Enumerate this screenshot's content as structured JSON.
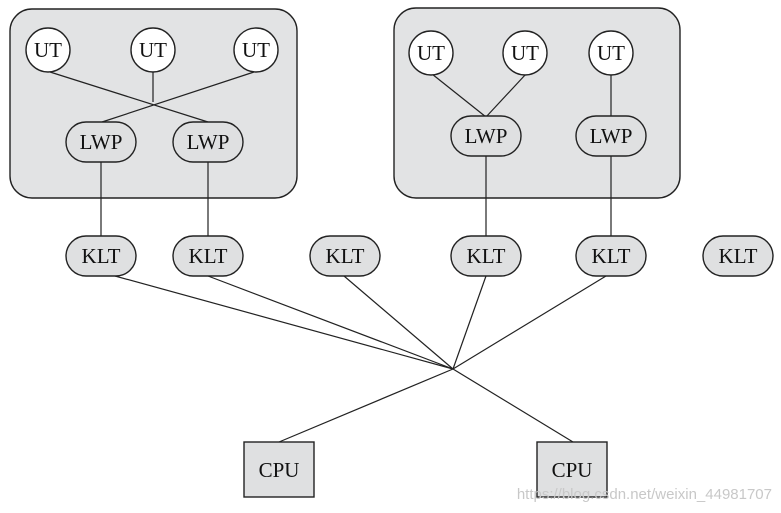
{
  "colors": {
    "process_fill": "#e2e3e4",
    "node_fill": "#dfe0e1",
    "ut_fill": "#ffffff",
    "stroke": "#222222"
  },
  "process_left": {
    "uts": [
      "UT",
      "UT",
      "UT"
    ],
    "lwps": [
      "LWP",
      "LWP"
    ]
  },
  "process_right": {
    "uts": [
      "UT",
      "UT",
      "UT"
    ],
    "lwps": [
      "LWP",
      "LWP"
    ]
  },
  "klts": [
    "KLT",
    "KLT",
    "KLT",
    "KLT",
    "KLT",
    "KLT"
  ],
  "cpus": [
    "CPU",
    "CPU"
  ],
  "watermark": "https://blog.csdn.net/weixin_44981707"
}
